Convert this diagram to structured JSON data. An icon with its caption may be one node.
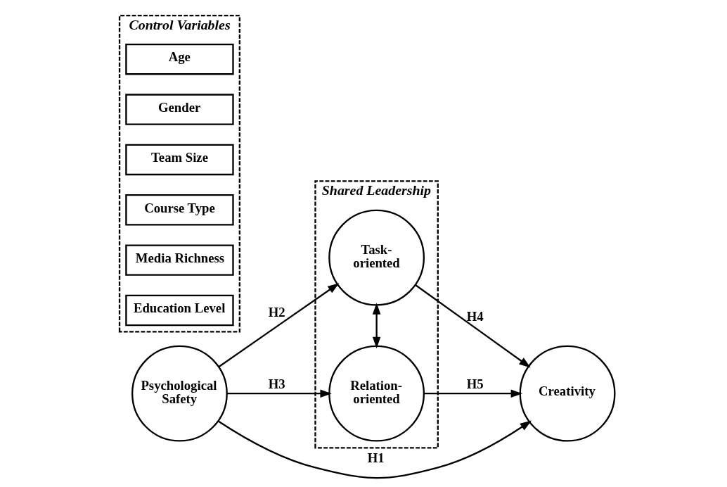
{
  "diagram": {
    "nodes": [
      {
        "text": [
          "Shared Leadership"
        ]
      },
      {
        "text": [
          "Task-oriented"
        ],
        "in": 0
      },
      {
        "text": [
          "Relation-oriented"
        ],
        "in": 0
      },
      {
        "text": [
          "Control Variables"
        ]
      },
      {
        "text": [
          "Age"
        ],
        "in": 3
      },
      {
        "text": [
          "Gender"
        ],
        "in": 3
      },
      {
        "text": [
          "Team Size"
        ],
        "in": 3
      },
      {
        "text": [
          "Course Type"
        ],
        "in": 3
      },
      {
        "text": [
          "Media Richness"
        ],
        "in": 3
      },
      {
        "text": [
          "Education Level"
        ],
        "in": 3
      },
      {
        "text": [
          "Psychological Safety"
        ]
      },
      {
        "text": [
          "Creativity"
        ]
      }
    ],
    "edges": [
      {
        "from": 10,
        "to": 1,
        "arrow": "to",
        "label": "H2"
      },
      {
        "from": 10,
        "to": 2,
        "arrow": "to",
        "label": "H3"
      },
      {
        "from": 1,
        "to": 2,
        "arrow": "both"
      },
      {
        "from": 1,
        "to": 11,
        "arrow": "to",
        "label": "H4"
      },
      {
        "from": 2,
        "to": 11,
        "arrow": "to",
        "label": "H5"
      },
      {
        "from": 10,
        "to": 11,
        "arrow": "to",
        "label": "H1"
      }
    ]
  }
}
